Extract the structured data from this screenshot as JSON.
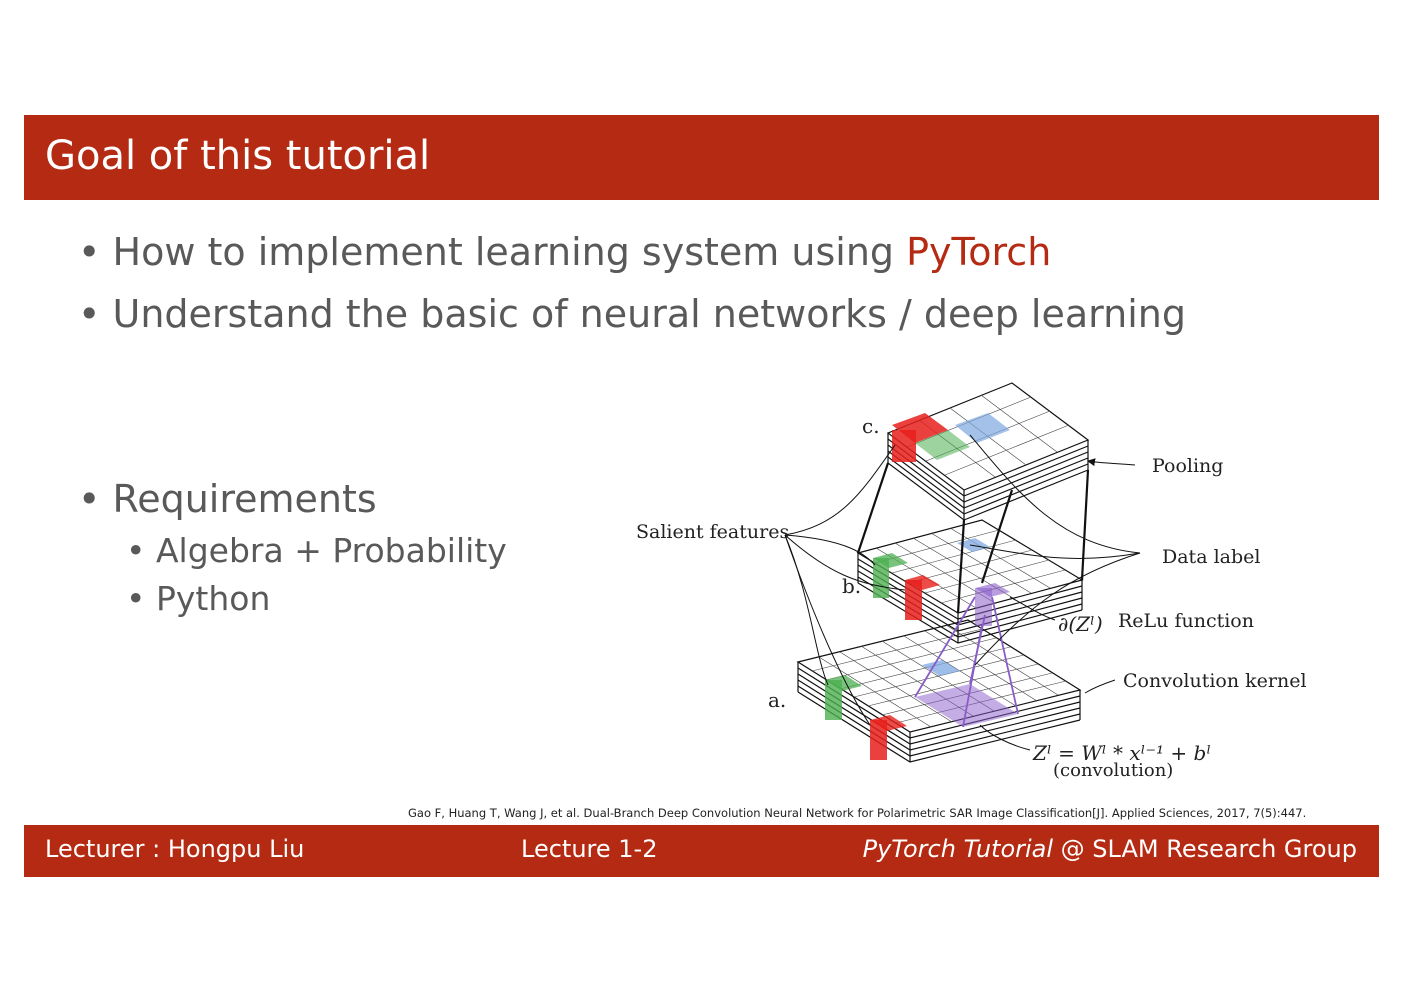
{
  "slide": {
    "title": "Goal of this tutorial"
  },
  "bullets": {
    "dot": "•",
    "item1_prefix": "How to implement learning system using ",
    "item1_highlight": "PyTorch",
    "item2": "Understand the basic of neural networks / deep learning",
    "item3": "Requirements",
    "sub1": "Algebra + Probability",
    "sub2": "Python"
  },
  "figure": {
    "label_c": "c.",
    "label_b": "b.",
    "label_a": "a.",
    "pooling": "Pooling",
    "salient_features": "Salient features",
    "data_label": "Data label",
    "relu_formula": "∂(Zˡ)",
    "relu": "ReLu function",
    "conv_kernel": "Convolution kernel",
    "conv_formula": "Zˡ = Wˡ * xˡ⁻¹ + bˡ",
    "conv_caption": "(convolution)"
  },
  "citation": "Gao F, Huang T, Wang J, et al. Dual-Branch Deep Convolution Neural Network for Polarimetric SAR Image Classification[J]. Applied Sciences, 2017, 7(5):447.",
  "footer": {
    "lecturer": "Lecturer : Hongpu Liu",
    "lecture": "Lecture 1-2",
    "course_italic": "PyTorch Tutorial",
    "group": " @ SLAM Research Group"
  },
  "colors": {
    "accent": "#b52a12",
    "text_gray": "#595959",
    "red_feature": "#e8201c",
    "green_feature": "#4caf50",
    "blue_feature": "#7da7e0",
    "purple_kernel": "#8a5cc9"
  }
}
